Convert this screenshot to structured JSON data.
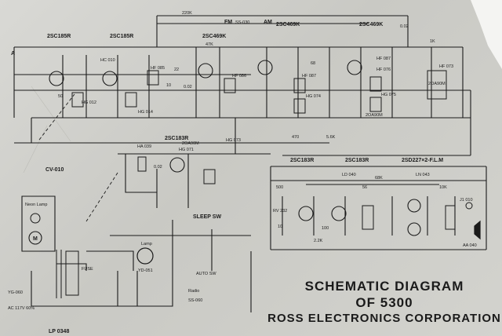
{
  "title": {
    "line1": "SCHEMATIC DIAGRAM",
    "line2": "OF 5300",
    "line3": "ROSS ELECTRONICS CORPORATION"
  },
  "transistors": {
    "q1": "2SC185R",
    "q2": "2SC185R",
    "q3": "2SC469K",
    "q4": "2SC469K",
    "q5": "2SC469K",
    "q6": "2SC183R",
    "q7": "2SC183R",
    "q8": "2SC183R",
    "q9": "2SD227×2-F.L.M"
  },
  "switch": {
    "fm": "FM",
    "ref": "SS-030",
    "am": "AM"
  },
  "coils": {
    "ant_a": "A",
    "hc010": "HC 010",
    "hg012": "HG 012",
    "hg014": "HG 014",
    "hf085": "HF 085",
    "hf086": "HF 086",
    "hf087": "HF 087",
    "hf073": "HF 073",
    "hg074": "HG 074",
    "hg075": "HG 075",
    "hg073": "HG 073",
    "hg071": "HG 071",
    "ha039": "HA 039",
    "hf076": "HF 076",
    "hf087b": "HF 087"
  },
  "diodes": {
    "d1": "2OA90M",
    "d2": "2OA90M",
    "d3": "2OA90M"
  },
  "gang": {
    "cv": "CV-010"
  },
  "transformers": {
    "ld": "LD 040",
    "ln": "LN 043"
  },
  "audio": {
    "jack": "J1 010",
    "speaker": "AA 040",
    "vol": "RV 232"
  },
  "power": {
    "neon": "Neon Lamp",
    "motor": "M",
    "lamp_sw": "Lamp",
    "fuse": "FUSE",
    "sleep": "SLEEP SW",
    "auto": "AUTO SW",
    "radio": "Radio",
    "ss060": "SS-060",
    "yd051": "YD-051",
    "yg060": "YG-060",
    "mains": "AC 117V 60%",
    "lp": "LP 0348"
  },
  "values": {
    "r220k": "220K",
    "c02a": "0.02",
    "c02b": "0.02",
    "c02c": "0.02",
    "r47k": "47K",
    "r68": "68",
    "r1k": "1K",
    "c50": "50",
    "c22": "22",
    "r10": "10",
    "r56": "56",
    "r22k": "2.2K",
    "r68k": "68K",
    "r10k": "10K",
    "c100": "100",
    "c500": "500",
    "r56k": "5.6K",
    "r470": "470",
    "c10": "10"
  }
}
